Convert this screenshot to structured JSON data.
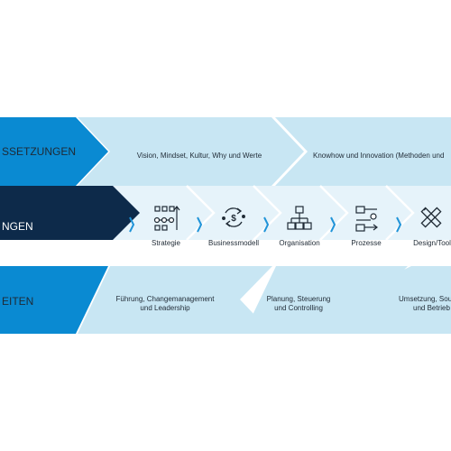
{
  "rows": {
    "top": {
      "label": "SSETZUNGEN",
      "cells": [
        "Vision, Mindset, Kultur, Why und Werte",
        "Knowhow und Innovation (Methoden und"
      ]
    },
    "middle": {
      "label": "NGEN",
      "steps": [
        {
          "label": "Strategie",
          "icon": "strategy-grid-icon"
        },
        {
          "label": "Businessmodell",
          "icon": "currency-cycle-icon"
        },
        {
          "label": "Organisation",
          "icon": "org-chart-icon"
        },
        {
          "label": "Prozesse",
          "icon": "process-flow-icon"
        },
        {
          "label": "Design/Tool",
          "icon": "pencil-ruler-icon"
        }
      ]
    },
    "bottom": {
      "label": "EITEN",
      "cells": [
        [
          "Führung, Changemanagement",
          "und Leadership"
        ],
        [
          "Planung, Steuerung",
          "und Controlling"
        ],
        [
          "Umsetzung, Sou",
          "und Betrieb"
        ]
      ]
    }
  },
  "colors": {
    "blue": "#0a8ad2",
    "navy": "#0d2a4a",
    "light": "#c8e6f3",
    "pale": "#e6f3fa",
    "chevron": "#1f93d8",
    "text": "#1f2a35"
  }
}
